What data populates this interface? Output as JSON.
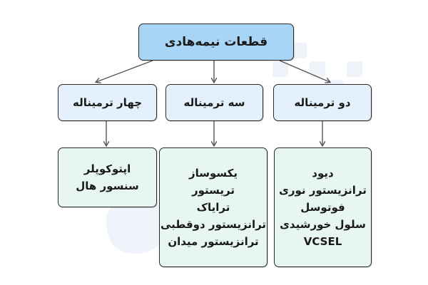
{
  "diagram": {
    "root": {
      "label": "قطعات نیمه‌هادی"
    },
    "categories": [
      {
        "key": "two",
        "label": "دو ترمیناله",
        "items": [
          "دیود",
          "ترانزیستور نوری",
          "فوتوسل",
          "سلول خورشیدی",
          "VCSEL"
        ]
      },
      {
        "key": "three",
        "label": "سه ترمیناله",
        "items": [
          "یکسوساز",
          "تریستور",
          "ترایاک",
          "ترانزیستور دوقطبی",
          "ترانزیستور میدان"
        ]
      },
      {
        "key": "four",
        "label": "چهار ترمیناله",
        "items": [
          "اپتوکوپلر",
          "سنسور هال"
        ]
      }
    ]
  },
  "colors": {
    "root_fill": "#a8d4f5",
    "category_fill": "#e4f0fb",
    "leaf_fill": "#e7f7ef",
    "outline": "#2b2b2b",
    "connector": "#555555"
  }
}
